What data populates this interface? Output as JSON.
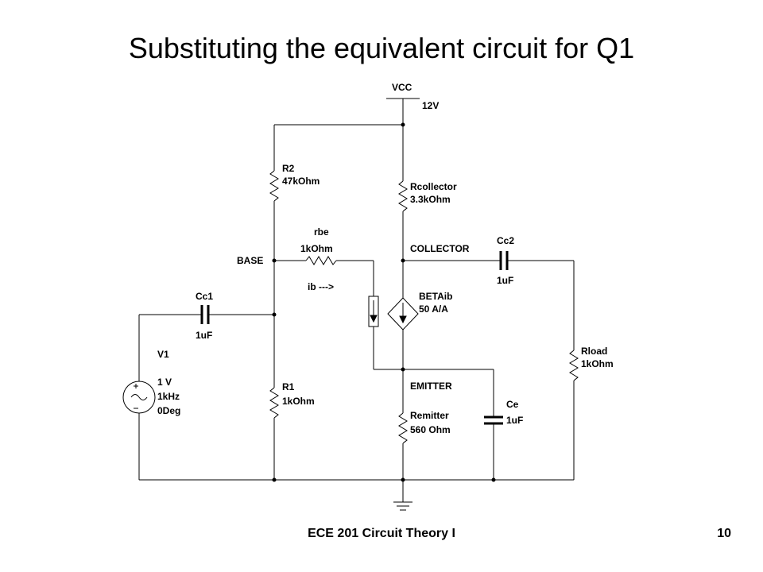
{
  "slide": {
    "title": "Substituting the equivalent circuit for Q1",
    "footer_course": "ECE 201 Circuit Theory I",
    "page_number": "10"
  },
  "schematic": {
    "supply": {
      "name": "VCC",
      "value": "12V"
    },
    "nodes": {
      "base": "BASE",
      "collector": "COLLECTOR",
      "emitter": "EMITTER"
    },
    "r2": {
      "name": "R2",
      "value": "47kOhm"
    },
    "r1": {
      "name": "R1",
      "value": "1kOhm"
    },
    "rcollector": {
      "name": "Rcollector",
      "value": "3.3kOhm"
    },
    "remitter": {
      "name": "Remitter",
      "value": "560 Ohm"
    },
    "rload": {
      "name": "Rload",
      "value": "1kOhm"
    },
    "rbe": {
      "name": "rbe",
      "value": "1kOhm"
    },
    "current_label": "ib --->",
    "cc1": {
      "name": "Cc1",
      "value": "1uF"
    },
    "cc2": {
      "name": "Cc2",
      "value": "1uF"
    },
    "ce": {
      "name": "Ce",
      "value": "1uF"
    },
    "source": {
      "name": "V1",
      "amplitude": "1 V",
      "frequency": "1kHz",
      "phase": "0Deg"
    },
    "dependent_source": {
      "name": "BETAib",
      "gain": "50 A/A"
    }
  }
}
